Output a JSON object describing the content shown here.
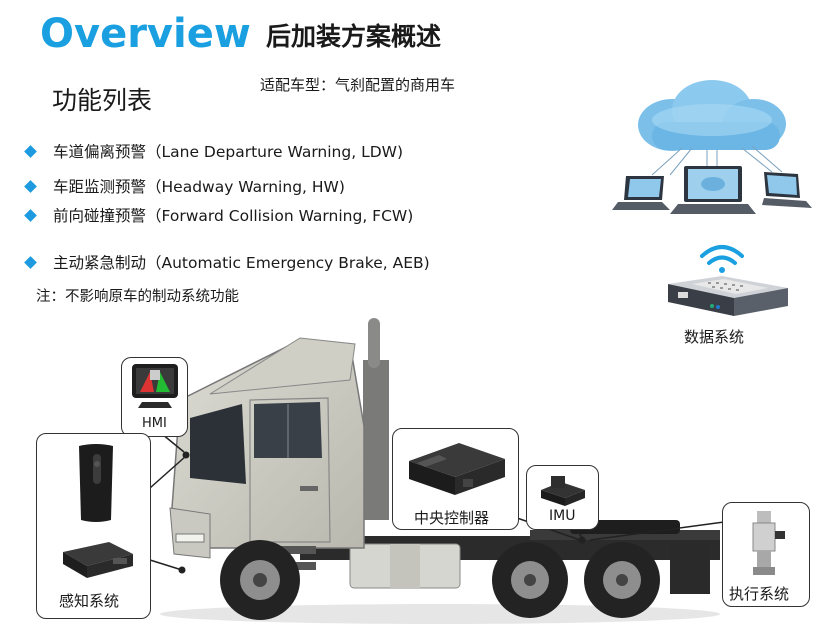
{
  "header": {
    "title_en": "Overview",
    "title_cn": "后加装方案概述",
    "subtitle": "适配车型：气刹配置的商用车"
  },
  "features": {
    "heading": "功能列表",
    "items": [
      "车道偏离预警（Lane Departure Warning, LDW)",
      "车距监测预警（Headway Warning, HW)",
      "前向碰撞预警（Forward Collision Warning, FCW)",
      "主动紧急制动（Automatic Emergency Brake, AEB)"
    ],
    "note": "注：不影响原车的制动系统功能"
  },
  "components": {
    "data_system": "数据系统",
    "hmi": "HMI",
    "central_controller": "中央控制器",
    "imu": "IMU",
    "sensing_system": "感知系统",
    "actuation_system": "执行系统"
  },
  "colors": {
    "accent": "#1aa0e0",
    "bullet": "#1e9be0",
    "cloud": "#6cb6e6"
  },
  "icons": [
    "cloud-icon",
    "laptop-icon",
    "wifi-icon",
    "data-box-icon",
    "truck-icon",
    "hmi-device-icon",
    "controller-icon",
    "imu-icon",
    "camera-icon",
    "radar-icon",
    "valve-icon"
  ]
}
